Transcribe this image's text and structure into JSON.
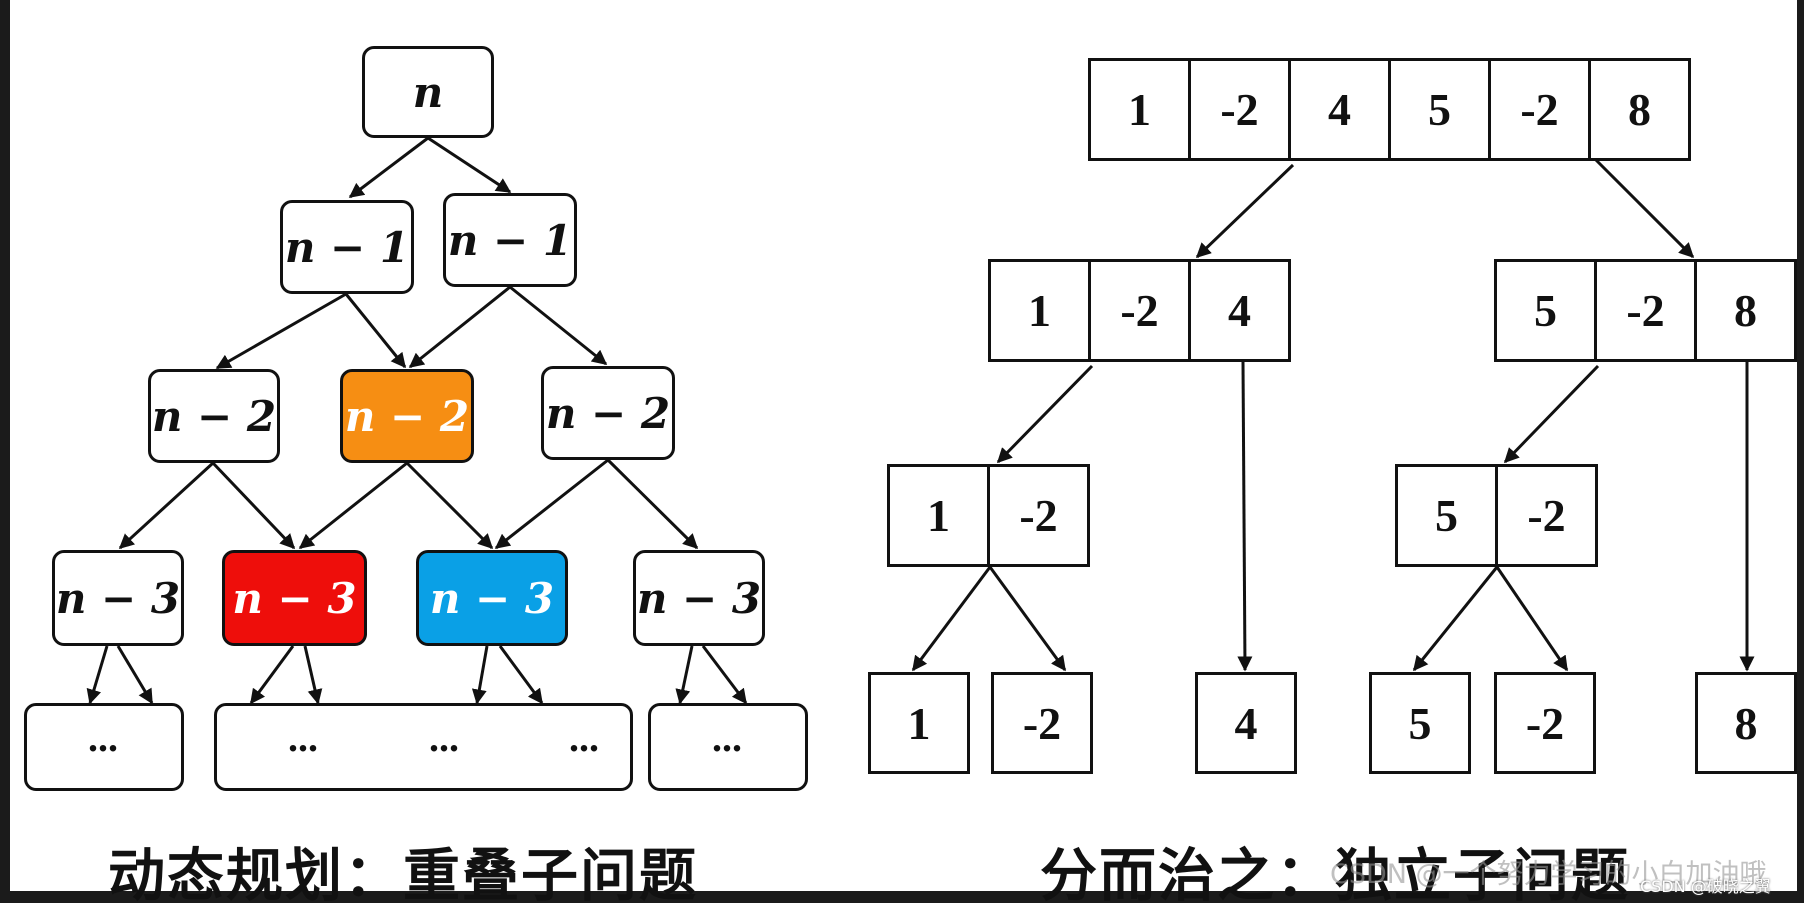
{
  "left_tree": {
    "root": "n",
    "level1": [
      "n − 1",
      "n − 1"
    ],
    "level2": [
      "n − 2",
      "n − 2",
      "n − 2"
    ],
    "level3": [
      "n − 3",
      "n − 3",
      "n − 3",
      "n − 3"
    ],
    "ellipsis": [
      "...",
      "...",
      "...",
      "...",
      "..."
    ],
    "caption": "动态规划：重叠子问题",
    "highlight_colors": {
      "orange": "#f68e13",
      "red": "#ee0e0b",
      "blue": "#0aa0e6"
    }
  },
  "right_tree": {
    "root": [
      "1",
      "-2",
      "4",
      "5",
      "-2",
      "8"
    ],
    "left_half": [
      "1",
      "-2",
      "4"
    ],
    "right_half": [
      "5",
      "-2",
      "8"
    ],
    "left_pair": [
      "1",
      "-2"
    ],
    "right_pair": [
      "5",
      "-2"
    ],
    "leaves": [
      "1",
      "-2",
      "4",
      "5",
      "-2",
      "8"
    ],
    "caption": "分而治之：独立子问题"
  },
  "watermarks": {
    "overlay": "CSDN @一个努力学习的小白加油哦",
    "corner": "CSDN @破晓之翼"
  }
}
